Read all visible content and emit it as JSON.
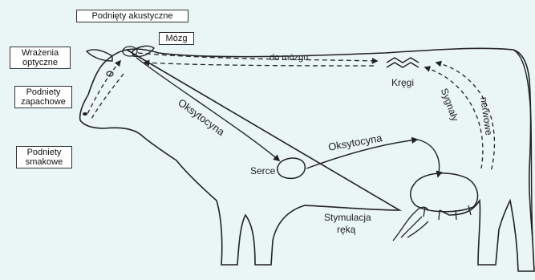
{
  "labels": {
    "acoustic": "Podnięty akustyczne",
    "brain": "Mózg",
    "optical_1": "Wrażenia",
    "optical_2": "optyczne",
    "smell_1": "Podniety",
    "smell_2": "zapachowe",
    "taste_1": "Podniety",
    "taste_2": "smakowe",
    "to_brain": "do mózgu",
    "vertebrae": "Kręgi",
    "nerve_1": "Sygnały",
    "nerve_2": "nerwowe",
    "oxytocin_1": "Oksytocyna",
    "oxytocin_2": "Oksytocyna",
    "heart": "Serce",
    "stimulation_1": "Stymulacja",
    "stimulation_2": "ręką"
  },
  "colors": {
    "background": "#eaf5f5",
    "outline": "#222222",
    "label_box": "#ffffff"
  }
}
